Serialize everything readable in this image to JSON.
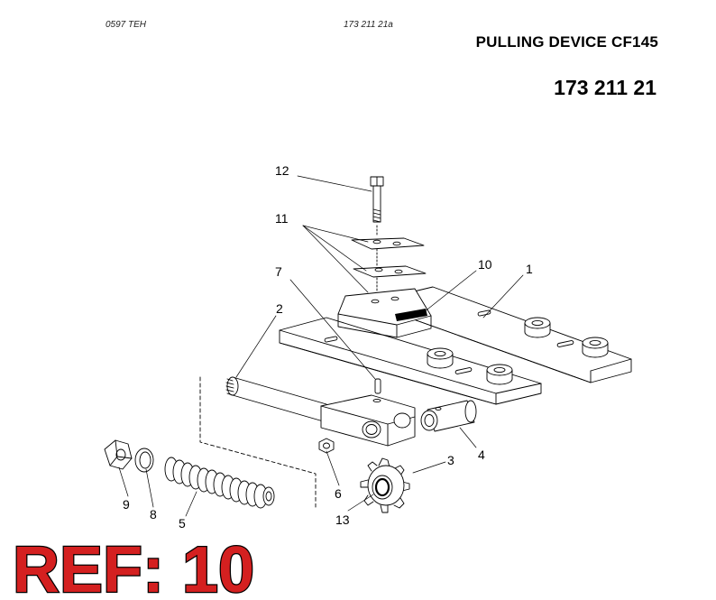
{
  "header": {
    "code_left": "0597 TEH",
    "code_mid": "173 211 21a",
    "title": "PULLING DEVICE CF145",
    "part_number": "173 211 21"
  },
  "callouts": {
    "c1": "1",
    "c2": "2",
    "c3": "3",
    "c4": "4",
    "c5": "5",
    "c6": "6",
    "c7": "7",
    "c8": "8",
    "c9": "9",
    "c10": "10",
    "c11": "11",
    "c12": "12",
    "c13": "13"
  },
  "reference": {
    "text": "REF: 10",
    "color": "#d42020",
    "outline_color": "#000000"
  }
}
